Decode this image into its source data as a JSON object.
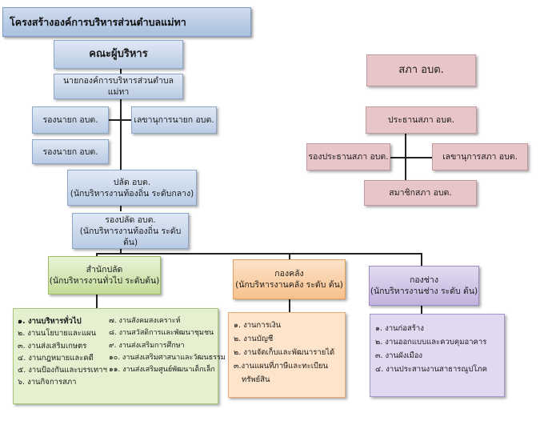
{
  "title": "โครงสร้างองค์การบริหารส่วนตำบลแม่ทา",
  "executives": {
    "header": "คณะผู้บริหาร",
    "mayor": "นายกองค์การบริหารส่วนตำบลแม่ทา",
    "deputy_1": "รองนายก อบต.",
    "deputy_2": "รองนายก อบต.",
    "secretary": "เลขานุการนายก อบต."
  },
  "council": {
    "header": "สภา อบต.",
    "chair": "ประธานสภา อบต.",
    "vice_chair": "รองประธานสภา อบต.",
    "secretary": "เลขานุการสภา อบต.",
    "members": "สมาชิกสภา อบต."
  },
  "administration": {
    "clerk": "ปลัด อบต.",
    "clerk_level": "(นักบริหารงานท้องถิ่น ระดับกลาง)",
    "deputy_clerk": "รองปลัด อบต.",
    "deputy_clerk_level": "(นักบริหารงานท้องถิ่น ระดับ ต้น)"
  },
  "divisions": {
    "office": {
      "name": "สำนักปลัด",
      "level": "(นักบริหารงานทั่วไป ระดับต้น)",
      "tasks_left": [
        "๑. งานบริหารทั่วไป",
        "๒. งานนโยบายและแผน",
        "๓. งานส่งเสริมเกษตร",
        "๔. งานกฎหมายและคดี",
        "๕. งานป้องกันและบรรเทาฯ",
        "๖. งานกิจการสภา"
      ],
      "tasks_right": [
        "๗. งานสังคมสงเคราะห์",
        "๘. งานสวัสดิการและพัฒนาชุมชน",
        "๙. งานส่งเสริมการศึกษา",
        "๑๐. งานส่งเสริมศาสนาและวัฒนธรรม",
        "๑๑. งานส่งเสริมศูนย์พัฒนาเด็กเล็ก"
      ]
    },
    "finance": {
      "name": "กองคลัง",
      "level": "(นักบริหารงานคลัง ระดับ ต้น)",
      "tasks": [
        "๑. งานการเงิน",
        "๒. งานบัญชี",
        "๒. งานจัดเก็บและพัฒนารายได้",
        "๓.งานแผนที่ภาษีและทะเบียน",
        "ทรัพย์สิน"
      ]
    },
    "engineering": {
      "name": "กองช่าง",
      "level": "(นักบริหารงานช่าง ระดับ ต้น)",
      "tasks": [
        "๑. งานก่อสร้าง",
        "๒. งานออกแบบและควบคุมอาคาร",
        "๓. งานผังเมือง",
        "๔. งานประสานงานสาธารณูปโภค"
      ]
    }
  }
}
